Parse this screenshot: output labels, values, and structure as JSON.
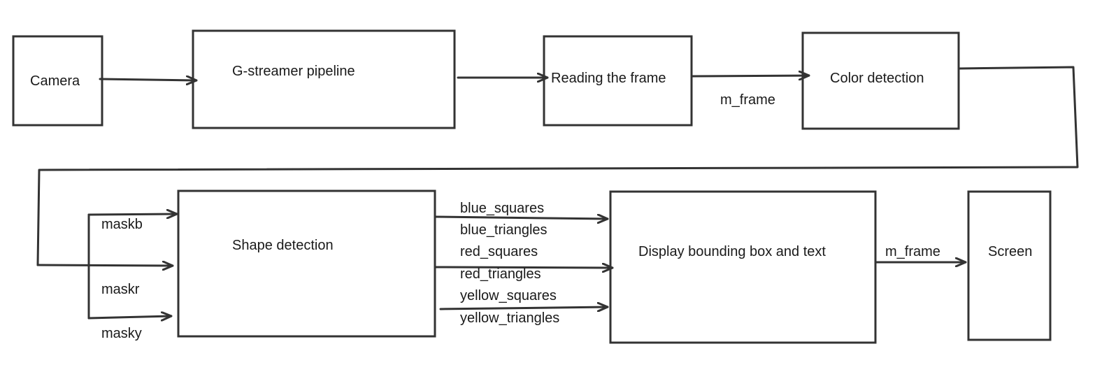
{
  "nodes": {
    "camera": "Camera",
    "gstreamer": "G-streamer pipeline",
    "reading": "Reading the frame",
    "color": "Color detection",
    "shape": "Shape detection",
    "display": "Display bounding box and text",
    "screen": "Screen"
  },
  "edge_labels": {
    "m_frame_1": "m_frame",
    "maskb": "maskb",
    "maskr": "maskr",
    "masky": "masky",
    "blue_squares": "blue_squares",
    "blue_triangles": "blue_triangles",
    "red_squares": "red_squares",
    "red_triangles": "red_triangles",
    "yellow_squares": "yellow_squares",
    "yellow_triangles": "yellow_triangles",
    "m_frame_2": "m_frame"
  },
  "colors": {
    "stroke": "#333333",
    "text": "#1a1a1a",
    "background": "#ffffff"
  }
}
